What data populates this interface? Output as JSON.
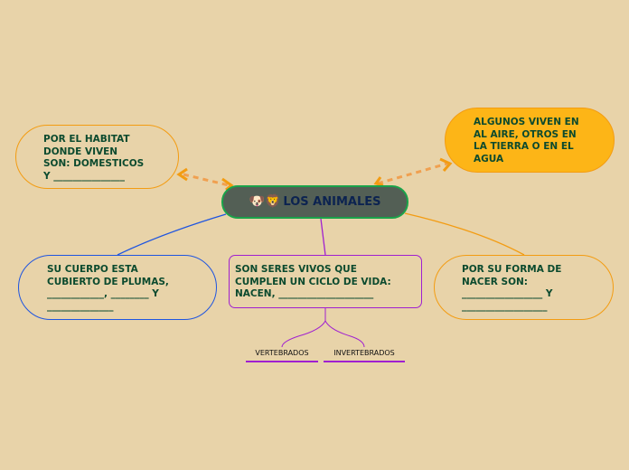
{
  "root": {
    "icons": [
      "dog-face-icon",
      "lion-face-icon"
    ],
    "emoji": "🐶🦁",
    "title": "LOS ANIMALES"
  },
  "nodes": {
    "habitat": "POR EL HABITAT\nDONDE VIVEN\nSON: DOMESTICOS\nY _______________",
    "aire": "ALGUNOS VIVEN EN\nAL AIRE, OTROS EN\nLA TIERRA O EN EL\nAGUA",
    "plumas": "SU CUERPO ESTA\nCUBIERTO DE PLUMAS,\n____________, ________ Y\n______________",
    "ciclo": "SON SERES VIVOS QUE\nCUMPLEN UN CICLO DE VIDA:\nNACEN, ____________________",
    "nacer": "POR SU FORMA DE\nNACER SON:\n_________________ Y\n__________________"
  },
  "leaves": {
    "vertebrados": "VERTEBRADOS",
    "invertebrados": "INVERTEBRADOS"
  },
  "colors": {
    "background": "#e8d3a9",
    "root_fill": "#535f55",
    "root_border": "#1aa34a",
    "root_text": "#0c2350",
    "node_text": "#0b4a2e",
    "orange": "#f39c12",
    "orange_fill": "#fdb517",
    "blue": "#1f55e0",
    "purple": "#a020d0",
    "dashed_link": "#f0a050"
  }
}
